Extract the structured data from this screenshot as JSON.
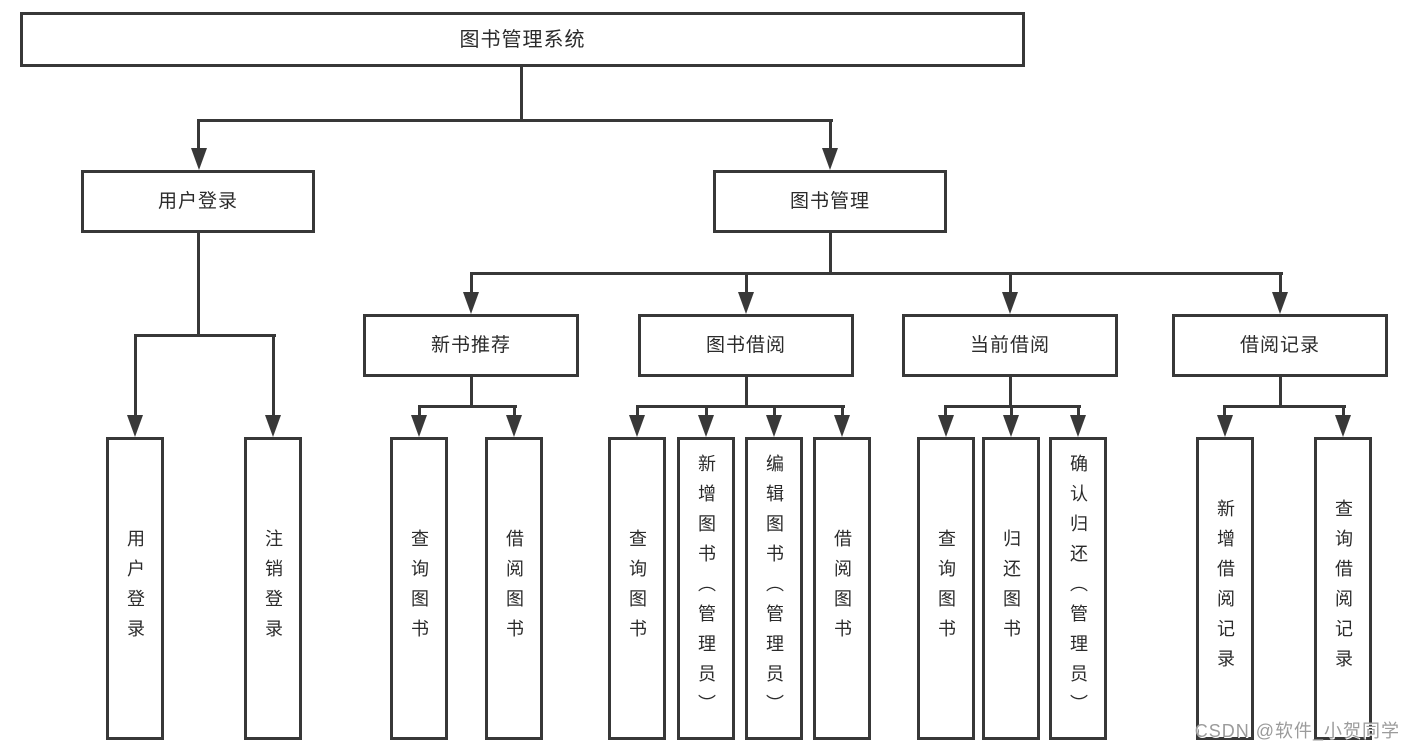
{
  "tree": {
    "label": "图书管理系统",
    "children": [
      {
        "label": "用户登录",
        "children": [
          {
            "label": "用户登录"
          },
          {
            "label": "注销登录"
          }
        ]
      },
      {
        "label": "图书管理",
        "children": [
          {
            "label": "新书推荐",
            "children": [
              {
                "label": "查询图书"
              },
              {
                "label": "借阅图书"
              }
            ]
          },
          {
            "label": "图书借阅",
            "children": [
              {
                "label": "查询图书"
              },
              {
                "label": "新增图书（管理员）"
              },
              {
                "label": "编辑图书（管理员）"
              },
              {
                "label": "借阅图书"
              }
            ]
          },
          {
            "label": "当前借阅",
            "children": [
              {
                "label": "查询图书"
              },
              {
                "label": "归还图书"
              },
              {
                "label": "确认归还（管理员）"
              }
            ]
          },
          {
            "label": "借阅记录",
            "children": [
              {
                "label": "新增借阅记录"
              },
              {
                "label": "查询借阅记录"
              }
            ]
          }
        ]
      }
    ]
  },
  "watermark": {
    "text": "CSDN @软件_小贺同学"
  },
  "colors": {
    "line": "#383838",
    "box_border": "#383838",
    "text": "#2b2b2b",
    "background": "#ffffff",
    "watermark": "#9b9b9b"
  }
}
